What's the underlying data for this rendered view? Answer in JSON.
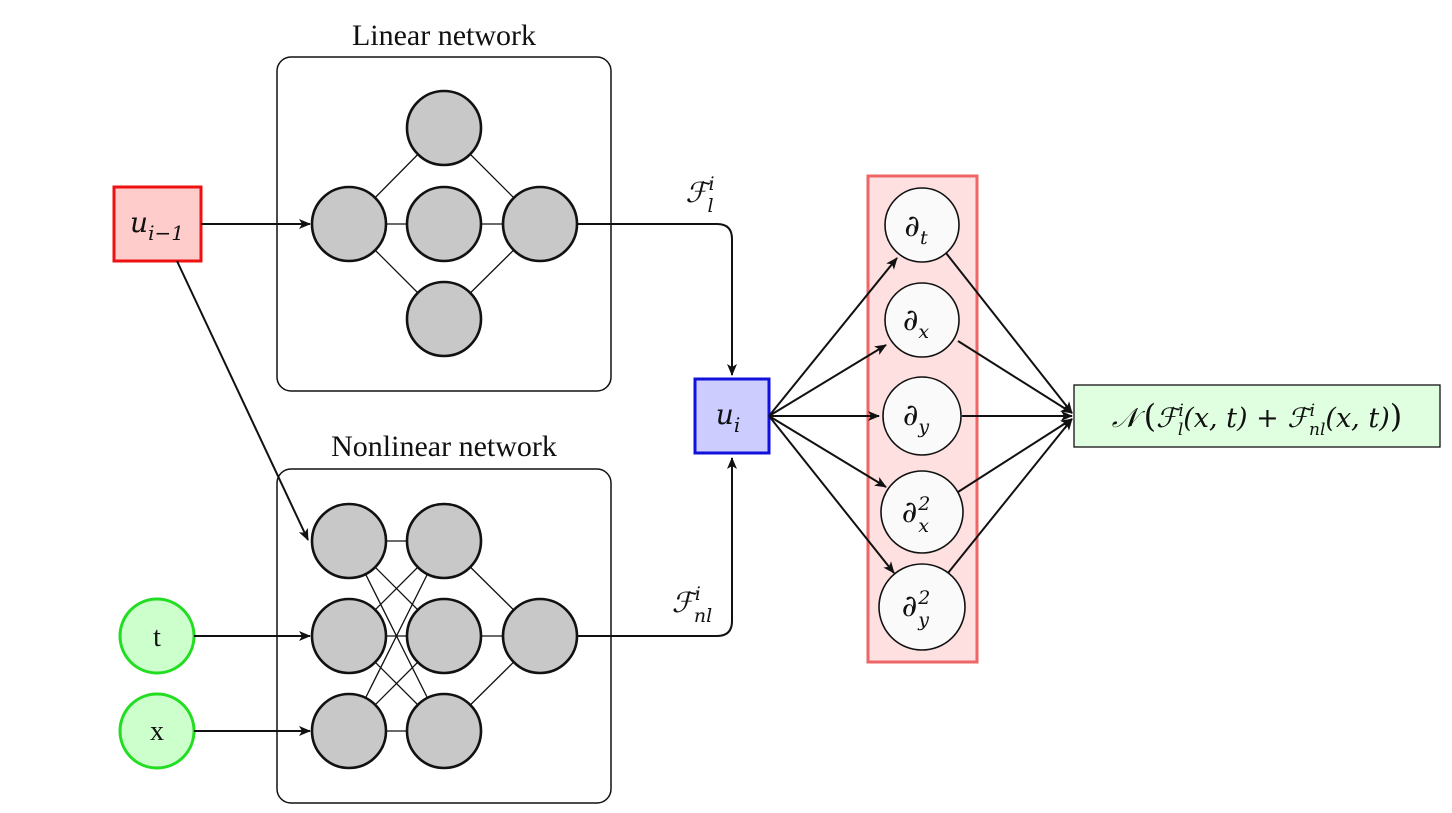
{
  "linear_network": {
    "title": "Linear network"
  },
  "nonlinear_network": {
    "title": "Nonlinear network"
  },
  "inputs": {
    "u_prev": {
      "base": "u",
      "sub": "i−1"
    },
    "t_label": "t",
    "x_label": "x"
  },
  "edges": {
    "linear_output": {
      "base": "ℱ",
      "sup": "i",
      "sub": "l"
    },
    "nonlinear_output": {
      "base": "ℱ",
      "sup": "i",
      "sub": "nl"
    }
  },
  "u_i": {
    "base": "u",
    "sub": "i"
  },
  "derivatives": [
    {
      "symbol": "∂",
      "sub": "t",
      "sup": ""
    },
    {
      "symbol": "∂",
      "sub": "x",
      "sup": ""
    },
    {
      "symbol": "∂",
      "sub": "y",
      "sup": ""
    },
    {
      "symbol": "∂",
      "sub": "x",
      "sup": "2"
    },
    {
      "symbol": "∂",
      "sub": "y",
      "sup": "2"
    }
  ],
  "operator": {
    "symbol": "𝒩",
    "open": "(",
    "term1": {
      "base": "ℱ",
      "sup": "i",
      "sub": "l"
    },
    "args1": "(x, t)",
    "plus": " + ",
    "term2": {
      "base": "ℱ",
      "sup": "i",
      "sub": "nl"
    },
    "args2": "(x, t)",
    "close": ")"
  },
  "colors": {
    "u_prev_fill": "#ffcccc",
    "u_prev_stroke": "#ee1111",
    "u_i_fill": "#ccccff",
    "u_i_stroke": "#1111dd",
    "input_fill": "#ccffcc",
    "input_stroke": "#22dd22",
    "deriv_panel_fill": "#ffe0e0",
    "deriv_panel_stroke": "#ee6666",
    "operator_fill": "#e0ffe0",
    "neuron_fill": "#c8c8c8"
  }
}
